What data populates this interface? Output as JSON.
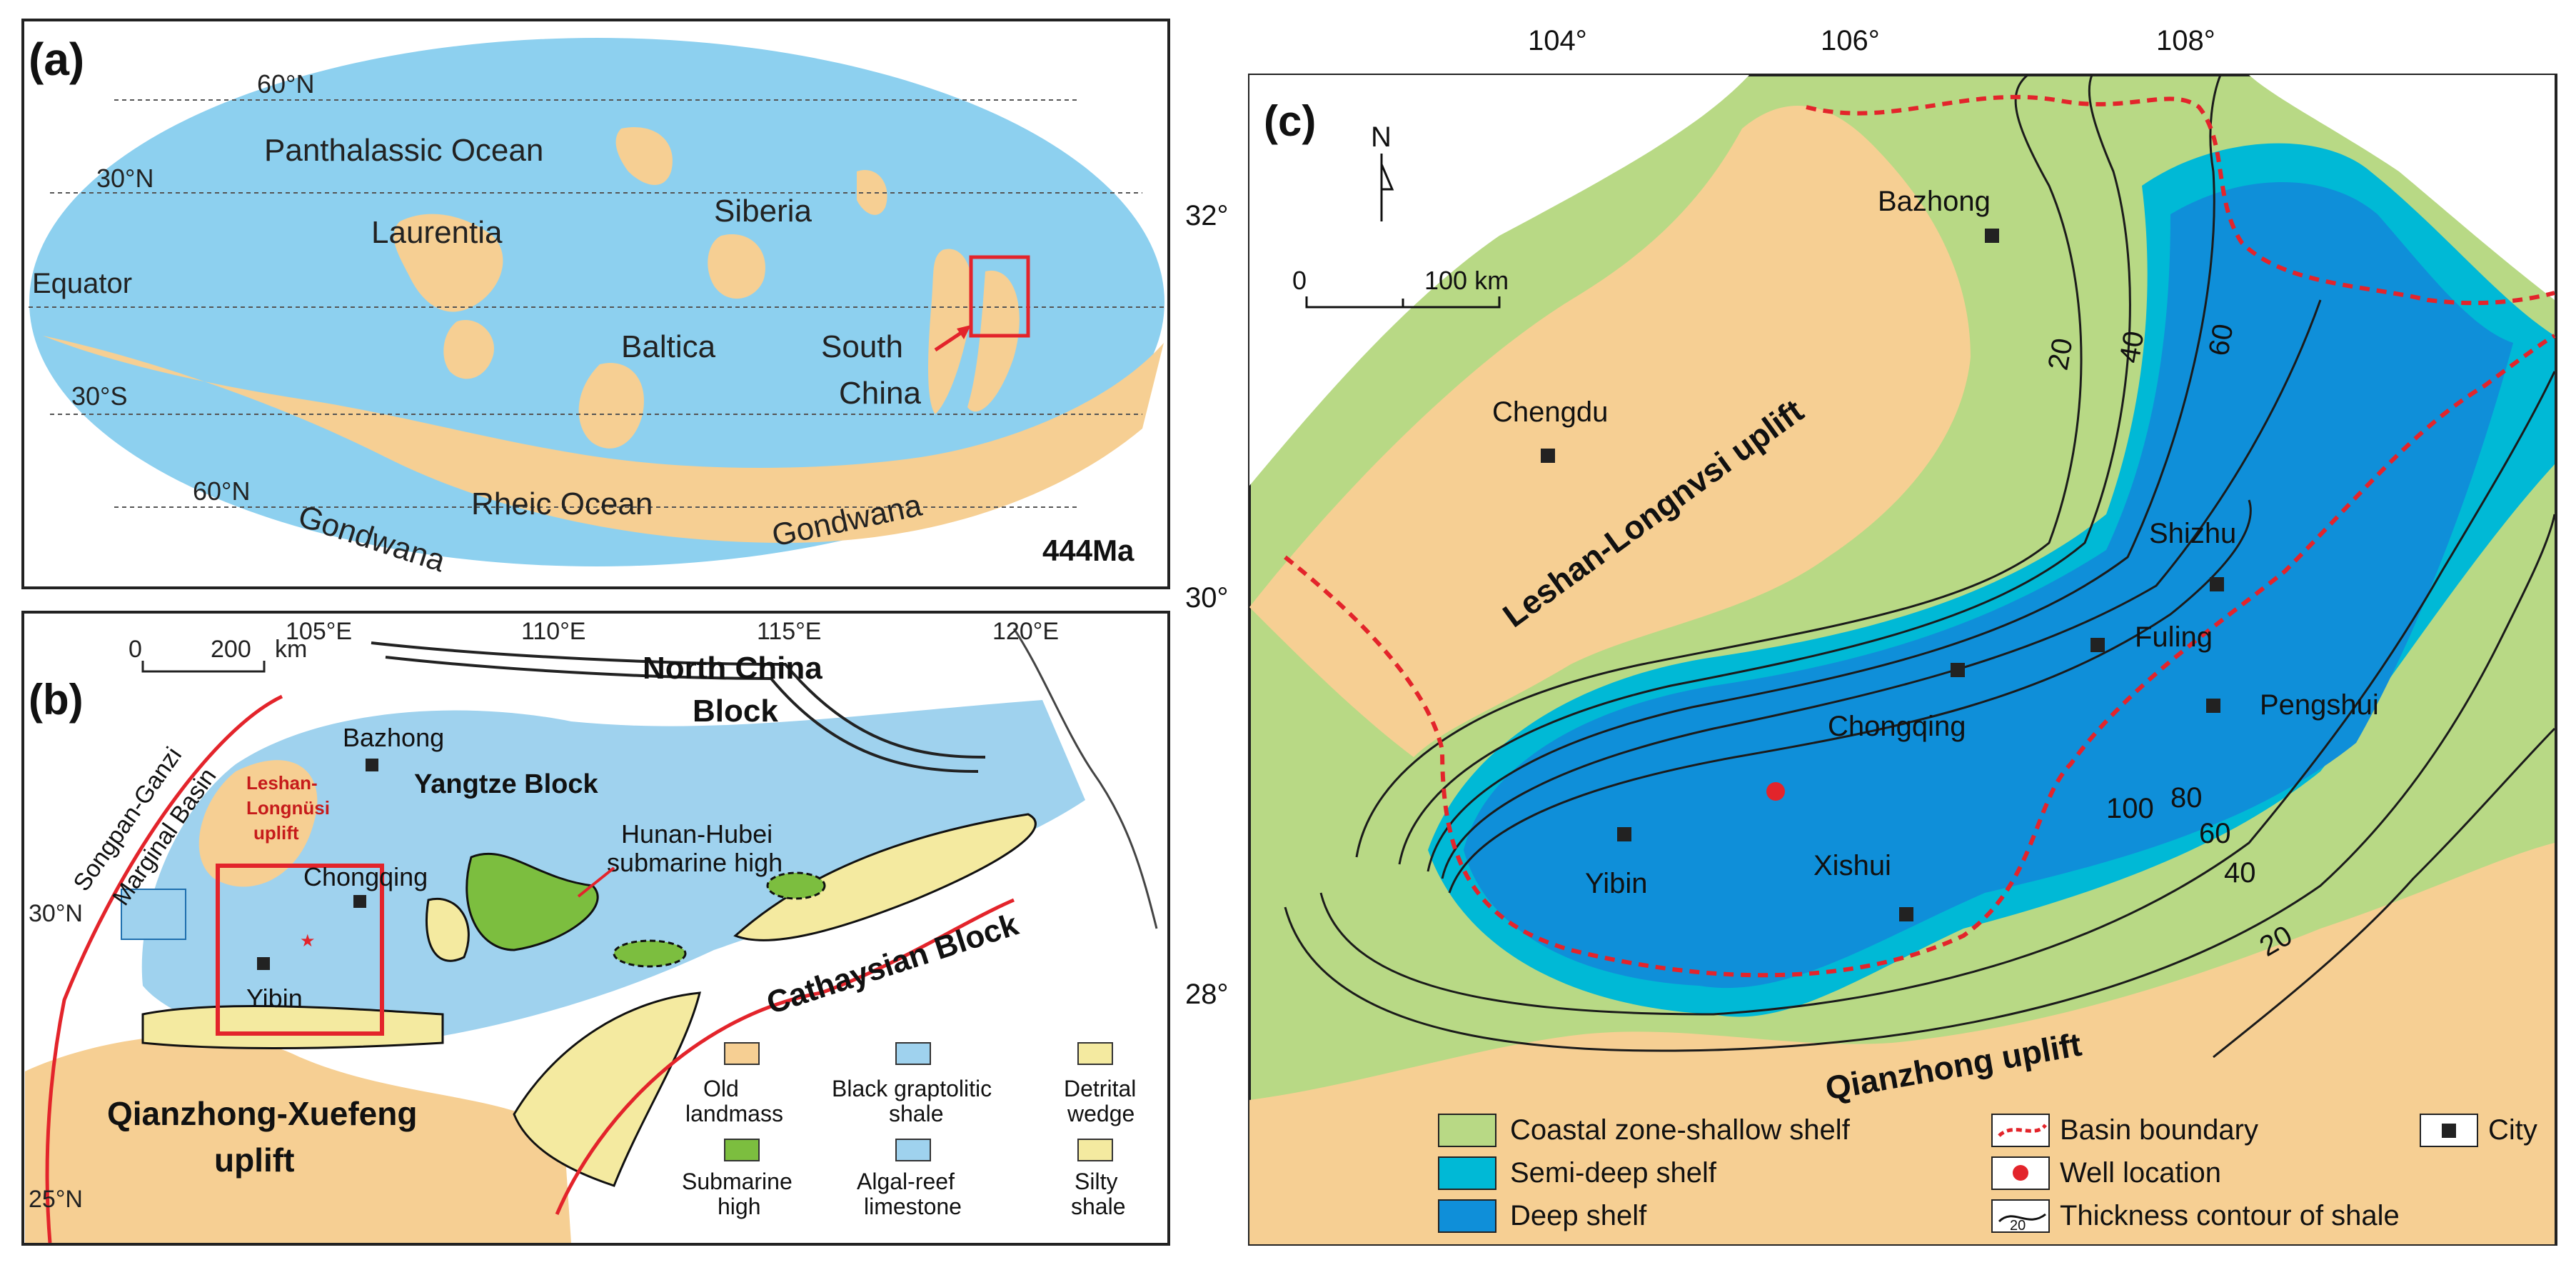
{
  "panel_a": {
    "tag": "(a)",
    "lat_labels": [
      "60°N",
      "30°N",
      "Equator",
      "30°S",
      "60°N"
    ],
    "places": [
      "Panthalassic Ocean",
      "Laurentia",
      "Siberia",
      "Baltica",
      "South",
      "China",
      "Rheic Ocean",
      "Gondwana",
      "Gondwana"
    ],
    "age": "444Ma"
  },
  "panel_b": {
    "tag": "(b)",
    "scale": {
      "zero": "0",
      "value": "200",
      "unit": "km"
    },
    "lon_labels": [
      "105°E",
      "110°E",
      "115°E",
      "120°E"
    ],
    "lat_labels": [
      "30°N",
      "25°N"
    ],
    "blocks": {
      "north_china_1": "North China",
      "north_china_2": "Block",
      "yangtze": "Yangtze Block",
      "cathaysian": "Cathaysian Block",
      "qx_1": "Qianzhong-Xuefeng",
      "qx_2": "uplift"
    },
    "basin": {
      "line1": "Songpan-Ganzi",
      "line2": "Marginal Basin"
    },
    "leshan": {
      "line1": "Leshan-",
      "line2": "Longnüsi",
      "line3": "uplift"
    },
    "high": {
      "line1": "Hunan-Hubei",
      "line2": "submarine high"
    },
    "cities": [
      "Bazhong",
      "Chongqing",
      "Yibin"
    ],
    "legend": [
      {
        "lines": [
          "Old",
          "landmass"
        ],
        "color": "#f6cf93"
      },
      {
        "lines": [
          "Black graptolitic",
          "shale"
        ],
        "color": "#9fd2ee"
      },
      {
        "lines": [
          "Detrital",
          "wedge"
        ],
        "color": "#f4eaa0"
      },
      {
        "lines": [
          "Submarine",
          "high"
        ],
        "color": "#7cbe3f"
      },
      {
        "lines": [
          "Algal-reef",
          "limestone"
        ],
        "color": "#9fd2ee"
      },
      {
        "lines": [
          "Silty",
          "shale"
        ],
        "color": "#f4eaa0"
      }
    ]
  },
  "panel_c": {
    "tag": "(c)",
    "lon_labels": [
      "104°",
      "106°",
      "108°"
    ],
    "lat_labels": [
      "32°",
      "30°",
      "28°"
    ],
    "north": "N",
    "scale": {
      "zero": "0",
      "value": "100 km"
    },
    "uplifts": {
      "leshan": "Leshan-Longnvsi uplift",
      "qianzhong": "Qianzhong uplift"
    },
    "cities": [
      "Bazhong",
      "Chengdu",
      "Shizhu",
      "Fuling",
      "Chongqing",
      "Pengshui",
      "Yibin",
      "Xishui"
    ],
    "contours": [
      "20",
      "40",
      "60",
      "100",
      "80",
      "60",
      "40",
      "20"
    ],
    "legend": {
      "coastal": "Coastal zone-shallow shelf",
      "semi": "Semi-deep shelf",
      "deep": "Deep shelf",
      "basin": "Basin boundary",
      "well": "Well location",
      "contour": "Thickness contour of shale",
      "contour_symbol": "20",
      "city": "City"
    },
    "colors": {
      "coastal": "#b8d985",
      "semi": "#00b9d6",
      "deep": "#0f8fd9",
      "uplift": "#f6cf93",
      "boundary": "#e3242b",
      "well": "#e3242b"
    }
  }
}
